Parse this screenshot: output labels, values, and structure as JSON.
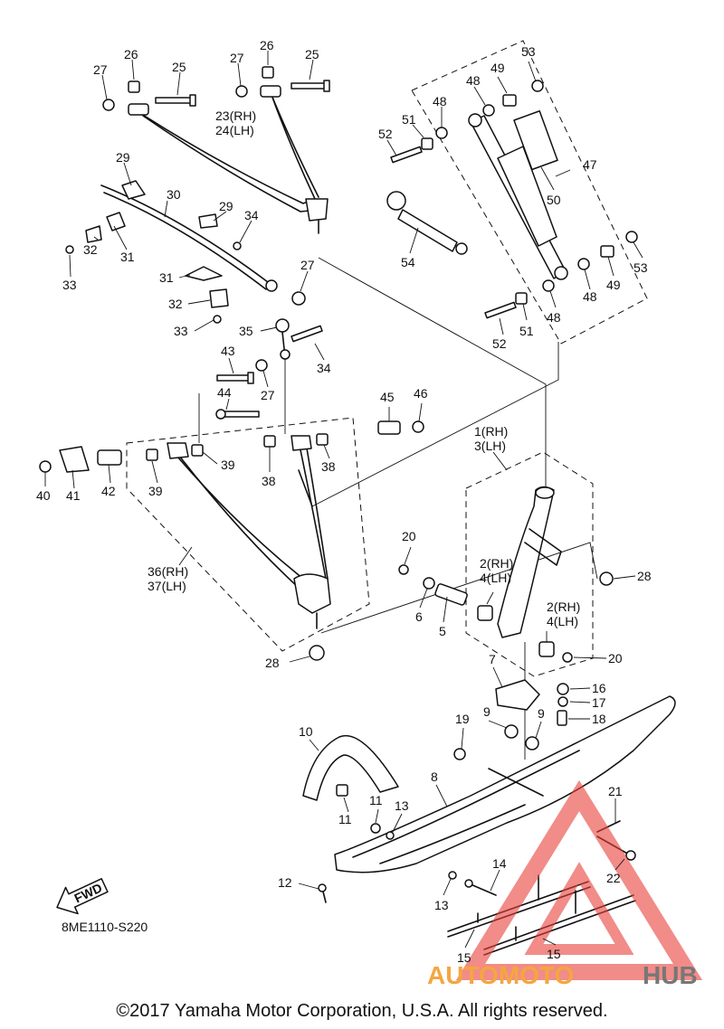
{
  "diagram": {
    "ref_code": "8ME1110-S220",
    "fwd_label": "FWD",
    "copyright": "©2017 Yamaha Motor Corporation, U.S.A. All rights reserved.",
    "watermark": {
      "part1": "AUTOMOTO",
      "part2": "HUB",
      "color1": "#f4a640",
      "color2": "#777777",
      "logo_color": "#e8413a"
    },
    "callouts": [
      {
        "id": "c27a",
        "text": "27"
      },
      {
        "id": "c26a",
        "text": "26"
      },
      {
        "id": "c25a",
        "text": "25"
      },
      {
        "id": "c27b",
        "text": "27"
      },
      {
        "id": "c26b",
        "text": "26"
      },
      {
        "id": "c25b",
        "text": "25"
      },
      {
        "id": "c23",
        "text": "23(RH)"
      },
      {
        "id": "c24",
        "text": "24(LH)"
      },
      {
        "id": "c29a",
        "text": "29"
      },
      {
        "id": "c30",
        "text": "30"
      },
      {
        "id": "c29b",
        "text": "29"
      },
      {
        "id": "c34a",
        "text": "34"
      },
      {
        "id": "c32a",
        "text": "32"
      },
      {
        "id": "c31a",
        "text": "31"
      },
      {
        "id": "c33a",
        "text": "33"
      },
      {
        "id": "c27c",
        "text": "27"
      },
      {
        "id": "c31b",
        "text": "31"
      },
      {
        "id": "c32b",
        "text": "32"
      },
      {
        "id": "c33b",
        "text": "33"
      },
      {
        "id": "c35",
        "text": "35"
      },
      {
        "id": "c34b",
        "text": "34"
      },
      {
        "id": "c43",
        "text": "43"
      },
      {
        "id": "c44",
        "text": "44"
      },
      {
        "id": "c27d",
        "text": "27"
      },
      {
        "id": "c45",
        "text": "45"
      },
      {
        "id": "c46",
        "text": "46"
      },
      {
        "id": "c40",
        "text": "40"
      },
      {
        "id": "c41",
        "text": "41"
      },
      {
        "id": "c42",
        "text": "42"
      },
      {
        "id": "c39a",
        "text": "39"
      },
      {
        "id": "c39b",
        "text": "39"
      },
      {
        "id": "c38a",
        "text": "38"
      },
      {
        "id": "c38b",
        "text": "38"
      },
      {
        "id": "c36",
        "text": "36(RH)"
      },
      {
        "id": "c37",
        "text": "37(LH)"
      },
      {
        "id": "c28a",
        "text": "28"
      },
      {
        "id": "c53a",
        "text": "53"
      },
      {
        "id": "c49a",
        "text": "49"
      },
      {
        "id": "c48a",
        "text": "48"
      },
      {
        "id": "c48b",
        "text": "48"
      },
      {
        "id": "c51a",
        "text": "51"
      },
      {
        "id": "c52a",
        "text": "52"
      },
      {
        "id": "c47",
        "text": "47"
      },
      {
        "id": "c50",
        "text": "50"
      },
      {
        "id": "c54",
        "text": "54"
      },
      {
        "id": "c53b",
        "text": "53"
      },
      {
        "id": "c49b",
        "text": "49"
      },
      {
        "id": "c48c",
        "text": "48"
      },
      {
        "id": "c48d",
        "text": "48"
      },
      {
        "id": "c51b",
        "text": "51"
      },
      {
        "id": "c52b",
        "text": "52"
      },
      {
        "id": "c1",
        "text": "1(RH)"
      },
      {
        "id": "c3",
        "text": "3(LH)"
      },
      {
        "id": "c20a",
        "text": "20"
      },
      {
        "id": "c2a",
        "text": "2(RH)"
      },
      {
        "id": "c4a",
        "text": "4(LH)"
      },
      {
        "id": "c28b",
        "text": "28"
      },
      {
        "id": "c6",
        "text": "6"
      },
      {
        "id": "c5",
        "text": "5"
      },
      {
        "id": "c2b",
        "text": "2(RH)"
      },
      {
        "id": "c4b",
        "text": "4(LH)"
      },
      {
        "id": "c20b",
        "text": "20"
      },
      {
        "id": "c7",
        "text": "7"
      },
      {
        "id": "c16",
        "text": "16"
      },
      {
        "id": "c17",
        "text": "17"
      },
      {
        "id": "c18",
        "text": "18"
      },
      {
        "id": "c19",
        "text": "19"
      },
      {
        "id": "c9a",
        "text": "9"
      },
      {
        "id": "c9b",
        "text": "9"
      },
      {
        "id": "c10",
        "text": "10"
      },
      {
        "id": "c8",
        "text": "8"
      },
      {
        "id": "c11a",
        "text": "11"
      },
      {
        "id": "c11b",
        "text": "11"
      },
      {
        "id": "c13a",
        "text": "13"
      },
      {
        "id": "c21",
        "text": "21"
      },
      {
        "id": "c22",
        "text": "22"
      },
      {
        "id": "c12",
        "text": "12"
      },
      {
        "id": "c14",
        "text": "14"
      },
      {
        "id": "c13b",
        "text": "13"
      },
      {
        "id": "c15a",
        "text": "15"
      },
      {
        "id": "c15b",
        "text": "15"
      }
    ]
  }
}
